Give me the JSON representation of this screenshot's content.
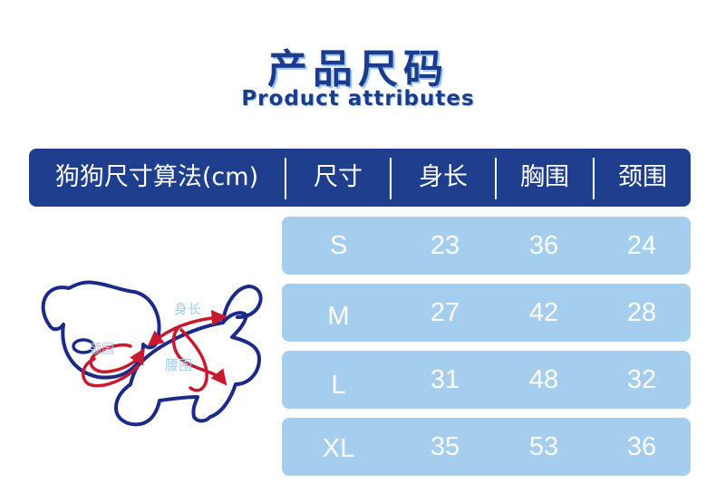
{
  "title": {
    "zh": "产品尺码",
    "en": "Product attributes"
  },
  "table": {
    "headers": [
      "狗狗尺寸算法(cm)",
      "尺寸",
      "身长",
      "胸围",
      "颈围"
    ],
    "rows": [
      {
        "size": "S",
        "length": "23",
        "chest": "36",
        "neck": "24"
      },
      {
        "size": "M",
        "length": "27",
        "chest": "42",
        "neck": "28"
      },
      {
        "size": "L",
        "length": "31",
        "chest": "48",
        "neck": "32"
      },
      {
        "size": "XL",
        "length": "35",
        "chest": "53",
        "neck": "36"
      }
    ]
  },
  "diagram": {
    "labels": {
      "body_length": "身长",
      "neck": "颈围",
      "waist": "腰围"
    },
    "colors": {
      "outline": "#1b2a8a",
      "arrow": "#c8192e",
      "label": "#a5cdee"
    }
  },
  "colors": {
    "header_bg": "#1f3f8e",
    "row_bg": "#a5cdee",
    "title": "#1b3b8f"
  }
}
